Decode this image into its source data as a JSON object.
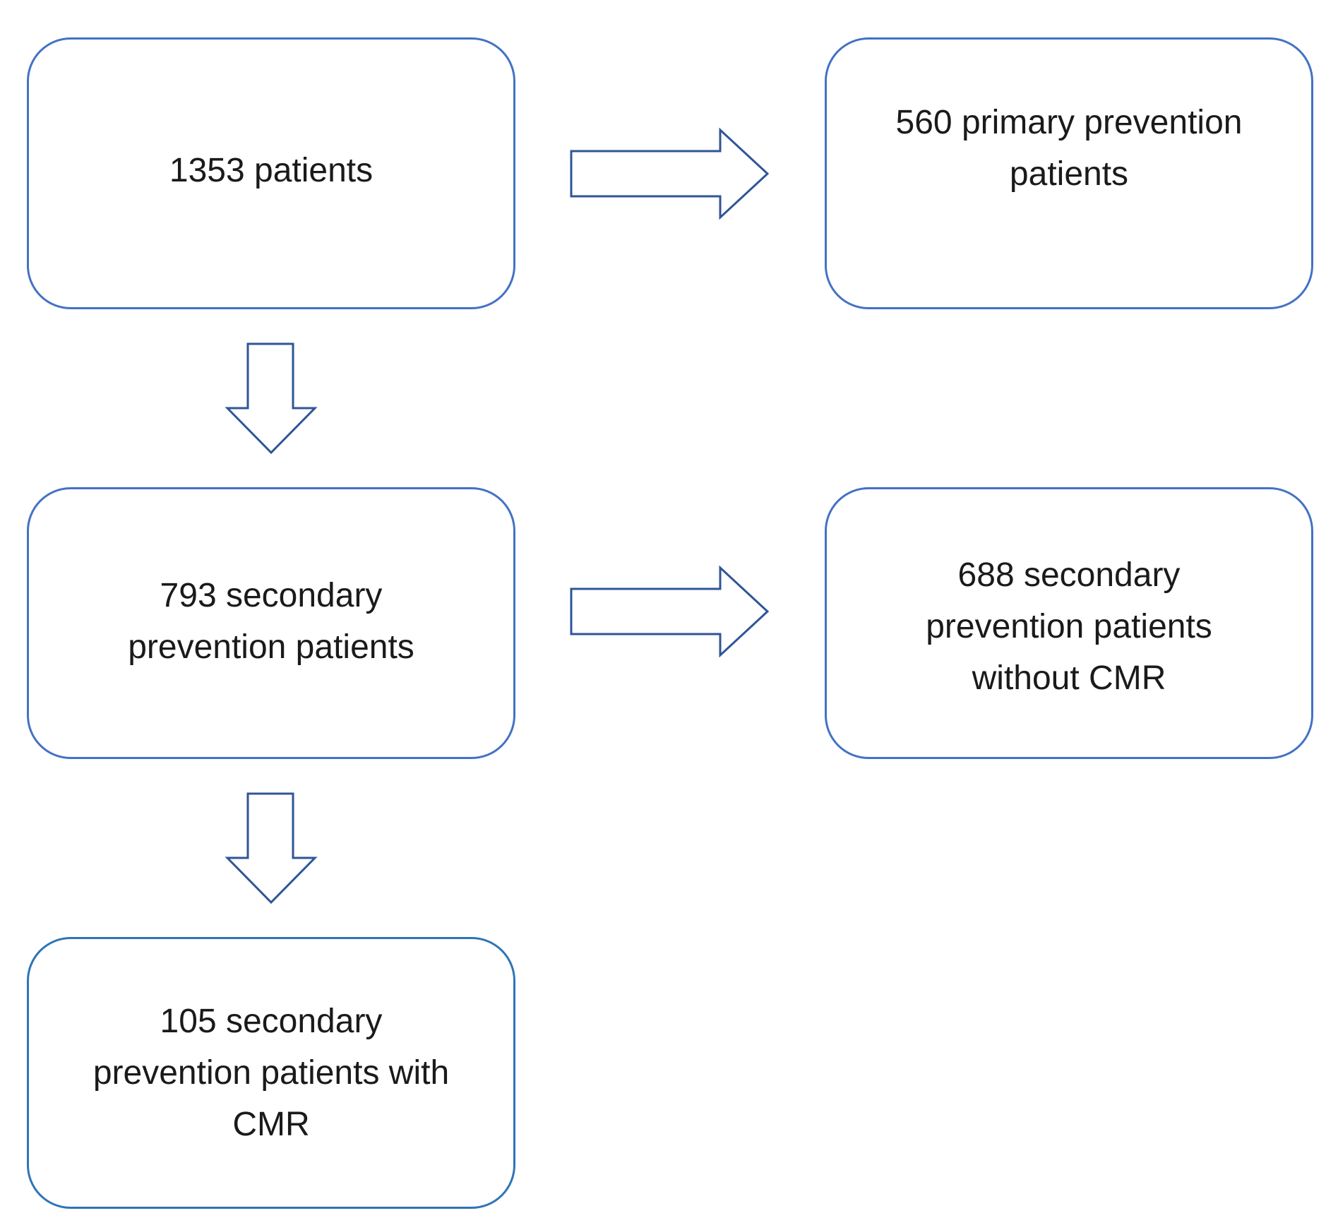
{
  "boxes": {
    "total": "1353 patients",
    "primary": "560 primary prevention\npatients",
    "secondary": "793 secondary\nprevention patients",
    "without_cmr": "688 secondary\nprevention patients\nwithout CMR",
    "with_cmr": "105 secondary\nprevention patients with\nCMR"
  },
  "colors": {
    "box_border": "#4472c4",
    "box_border_last": "#2e75b6",
    "arrow_stroke": "#2f5597",
    "text": "#1a1a1a"
  }
}
